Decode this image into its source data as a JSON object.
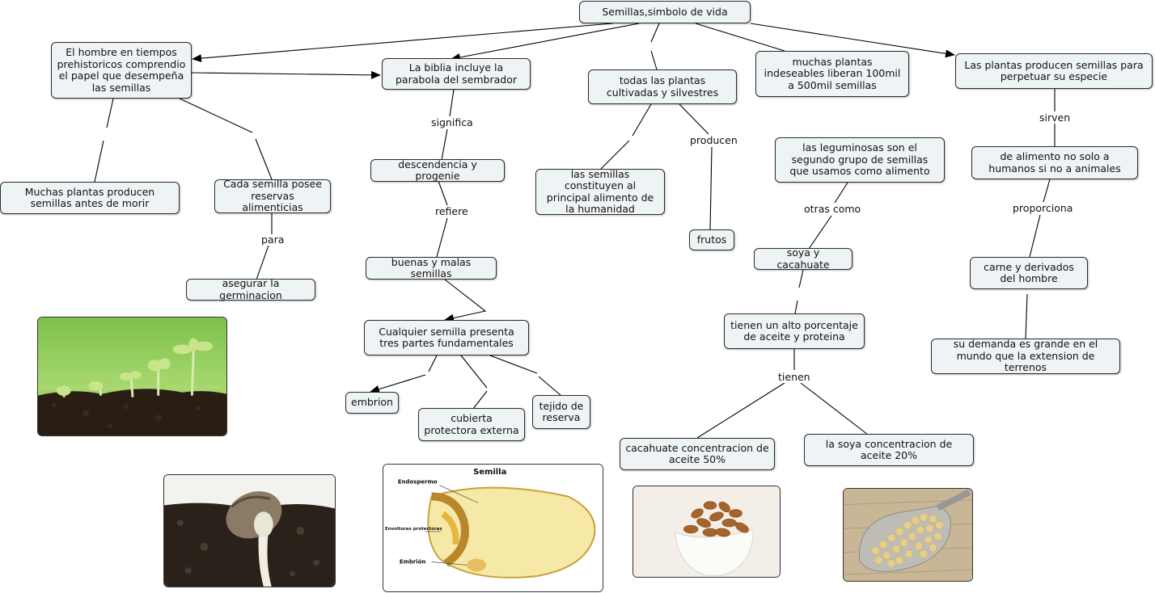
{
  "nodes": {
    "root": "Semillas,simbolo de vida",
    "hombre": "El hombre en tiempos prehistoricos comprendio el papel que desempeña las semillas",
    "biblia": "La biblia incluye la parabola del sembrador",
    "cultivadas": "todas las plantas cultivadas y silvestres",
    "indeseables": "muchas plantas indeseables liberan 100mil a 500mil semillas",
    "perpetuar": "Las plantas producen semillas para perpetuar su especie",
    "antes_morir": "Muchas plantas producen semillas antes de morir",
    "reservas": "Cada semilla posee reservas alimenticias",
    "germinacion": "asegurar la germinacion",
    "descendencia": "descendencia y progenie",
    "buenas_malas": "buenas y malas semillas",
    "tres_partes": "Cualquier semilla presenta tres partes fundamentales",
    "embrion": "embrion",
    "cubierta": "cubierta protectora externa",
    "tejido": "tejido de reserva",
    "alimento_humanidad": "las semillas constituyen al principal alimento de la humanidad",
    "frutos": "frutos",
    "leguminosas": "las leguminosas son el segundo grupo de semillas que usamos como alimento",
    "soya_cacahuate": "soya y cacahuate",
    "aceite_proteina": "tienen un alto porcentaje de aceite y proteina",
    "cacahuate": "cacahuate concentracion de aceite 50%",
    "soya": "la soya concentracion de aceite 20%",
    "alimento_animales": "de alimento no solo a humanos si no a animales",
    "carne": "carne y derivados del hombre",
    "demanda": "su demanda es grande en el mundo que la extension de terrenos"
  },
  "links": {
    "significa": "significa",
    "refiere": "refiere",
    "producen": "producen",
    "para": "para",
    "otras_como": "otras como",
    "tienen": "tienen",
    "sirven": "sirven",
    "proporciona": "proporciona"
  },
  "images": {
    "diagram_title": "Semilla",
    "endospermo": "Endospermo",
    "envolturas": "Envolturas protectoras",
    "embrion": "Embrión"
  }
}
